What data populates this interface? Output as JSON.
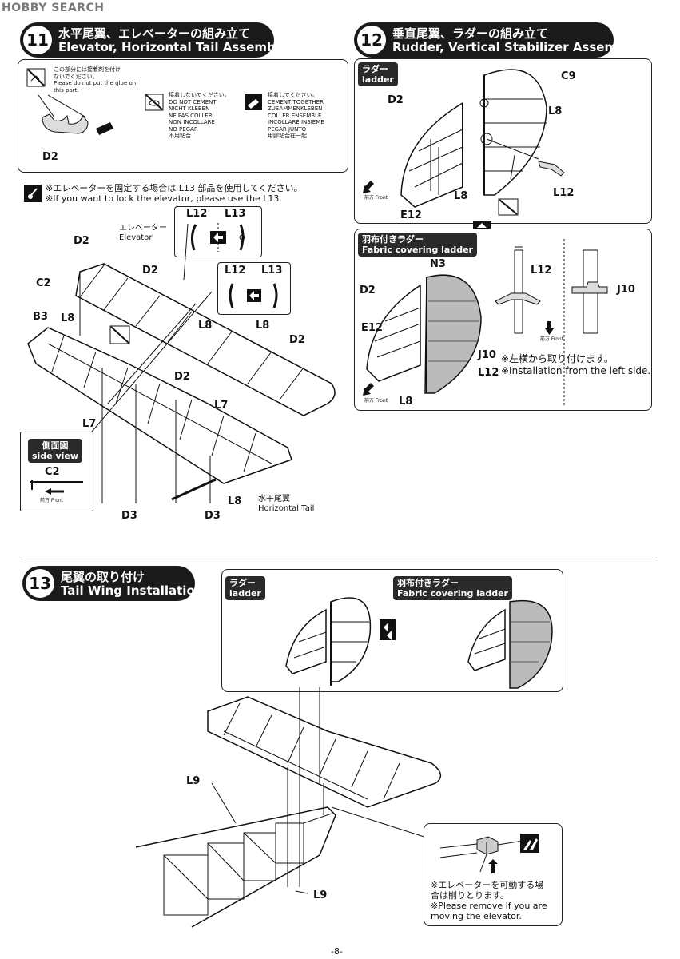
{
  "watermark": "HOBBY SEARCH",
  "page_number": "-8-",
  "step11": {
    "number": "11",
    "title_jp": "水平尾翼、エレベーターの組み立て",
    "title_en": "Elevator, Horizontal Tail Assembly",
    "glue_note": [
      "この部分には接着剤を付け",
      "ないでください。",
      "Please do not put the glue on",
      "this part."
    ],
    "do_not_cement": [
      "接着しないでください。",
      "DO NOT CEMENT",
      "NICHT KLEBEN",
      "NE PAS COLLER",
      "NON INCOLLARE",
      "NO PEGAR",
      "不用粘合"
    ],
    "cement_together": [
      "接着してください。",
      "CEMENT TOGETHER",
      "ZUSAMMENKLEBEN",
      "COLLER ENSEMBLE",
      "INCOLLARE INSIEME",
      "PEGAR JUNTO",
      "用膠粘合在一起"
    ],
    "part_d2": "D2",
    "lock_note_jp": "※エレベーターを固定する場合は L13 部品を使用してください。",
    "lock_note_en": "※If you want to lock the elevator, please use the L13.",
    "elevator_jp": "エレベーター",
    "elevator_en": "Elevator",
    "horizontal_tail_jp": "水平尾翼",
    "horizontal_tail_en": "Horizontal Tail",
    "side_view_jp": "側面図",
    "side_view_en": "side view",
    "front_label": "前方 Front",
    "parts": {
      "l12": "L12",
      "l13": "L13",
      "d2": "D2",
      "c2": "C2",
      "b3": "B3",
      "l8": "L8",
      "l7": "L7",
      "d3": "D3"
    }
  },
  "step12": {
    "number": "12",
    "title_jp": "垂直尾翼、ラダーの組み立て",
    "title_en": "Rudder, Vertical Stabilizer Assembly",
    "ladder_jp": "ラダー",
    "ladder_en": "ladder",
    "fabric_jp": "羽布付きラダー",
    "fabric_en": "Fabric covering ladder",
    "front_label": "前方 Front",
    "install_note_jp": "※左横から取り付けます。",
    "install_note_en": "※Installation from the left side.",
    "parts": {
      "c9": "C9",
      "d2": "D2",
      "l8": "L8",
      "l12": "L12",
      "e12": "E12",
      "n3": "N3",
      "j10": "J10"
    }
  },
  "step13": {
    "number": "13",
    "title_jp": "尾翼の取り付け",
    "title_en": "Tail Wing Installation",
    "ladder_jp": "ラダー",
    "ladder_en": "ladder",
    "fabric_jp": "羽布付きラダー",
    "fabric_en": "Fabric covering ladder",
    "remove_note": [
      "※エレベーターを可動する場",
      "合は削りとります。",
      "※Please remove if you are",
      "moving the elevator."
    ],
    "parts": {
      "l9": "L9"
    }
  }
}
